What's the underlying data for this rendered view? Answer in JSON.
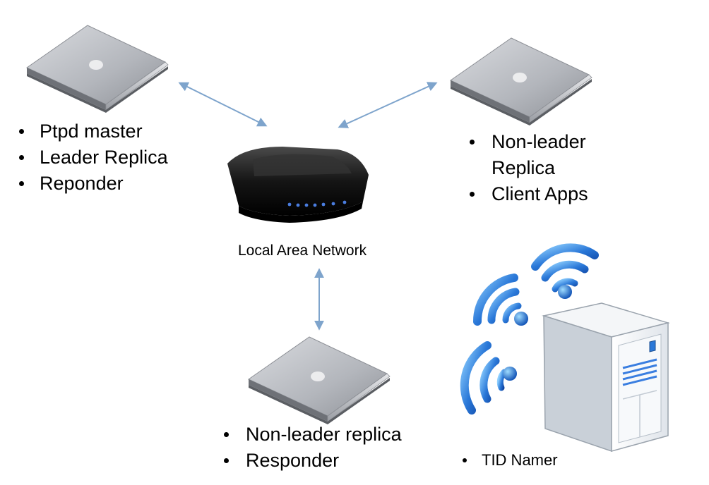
{
  "nodes": {
    "top_left": {
      "items": [
        "Ptpd master",
        "Leader Replica",
        "Reponder"
      ]
    },
    "top_right": {
      "items": [
        "Non-leader Replica",
        "Client Apps"
      ]
    },
    "bottom": {
      "items": [
        "Non-leader replica",
        "Responder"
      ]
    },
    "lan": {
      "label": "Local Area Network"
    },
    "server": {
      "items": [
        "TID Namer"
      ]
    }
  },
  "colors": {
    "arrow": "#7ea4cc",
    "wifi": "#2a78d8",
    "laptop_body": "#b9bcc2",
    "router": "#1a1a1a",
    "server": "#e8ecef"
  },
  "icons": [
    "laptop-icon",
    "router-icon",
    "wifi-icon",
    "server-icon"
  ]
}
